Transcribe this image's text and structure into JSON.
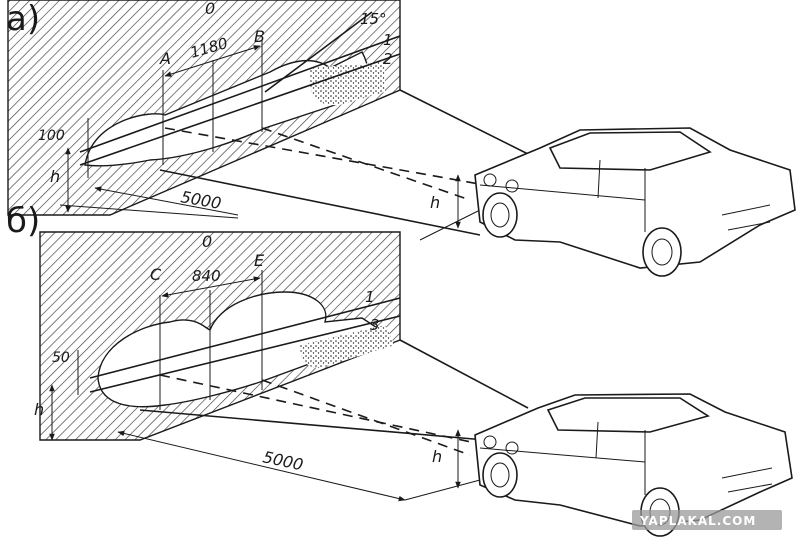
{
  "panel_a": {
    "label": "а)",
    "center_label": "0",
    "point_left": "A",
    "point_right": "B",
    "spacing": "1180",
    "angle": "15°",
    "line_1": "1",
    "line_2": "2",
    "offset": "100",
    "height": "h",
    "distance": "5000",
    "car_height": "h"
  },
  "panel_b": {
    "label": "б)",
    "center_label": "0",
    "point_left": "C",
    "point_right": "E",
    "spacing": "840",
    "line_1": "1",
    "line_3": "3",
    "offset": "50",
    "height": "h",
    "distance": "5000",
    "car_height": "h"
  },
  "watermark": "YAPLAKAL.COM"
}
